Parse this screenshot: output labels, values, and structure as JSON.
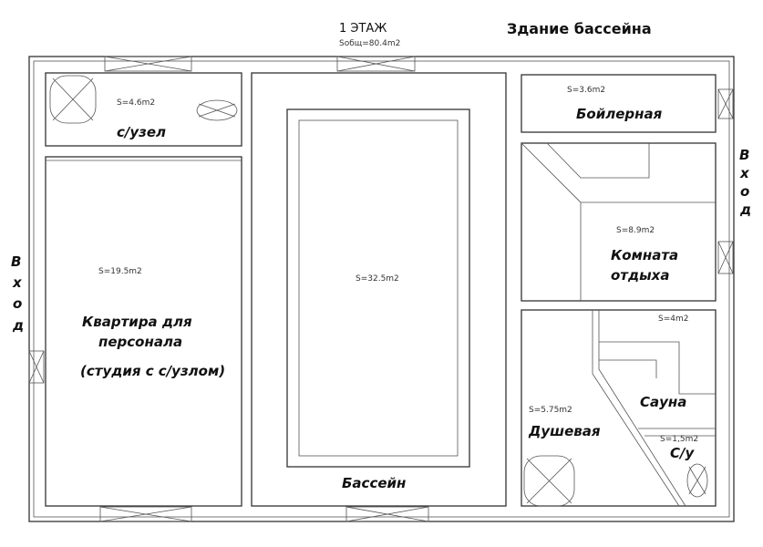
{
  "header": {
    "floor": "1 ЭТАЖ",
    "total_area": "Sобщ=80.4m2",
    "title": "Здание бассейна"
  },
  "rooms": {
    "wc1": {
      "area": "S=4.6m2",
      "name": "с/узел"
    },
    "apartment": {
      "area": "S=19.5m2",
      "name_line1": "Квартира для",
      "name_line2": "персонала",
      "note": "(студия с с/узлом)"
    },
    "pool": {
      "area": "S=32.5m2",
      "name": "Бассейн"
    },
    "boiler": {
      "area": "S=3.6m2",
      "name": "Бойлерная"
    },
    "lounge": {
      "area": "S=8.9m2",
      "name_line1": "Комната",
      "name_line2": "отдыха"
    },
    "sauna": {
      "area": "S=4m2",
      "name": "Сауна"
    },
    "shower": {
      "area": "S=5.75m2",
      "name": "Душевая"
    },
    "wc2": {
      "area": "S=1,5m2",
      "name": "С/у"
    }
  },
  "entrances": {
    "left": [
      "В",
      "х",
      "о",
      "д"
    ],
    "right": [
      "В",
      "х",
      "о",
      "д"
    ]
  }
}
